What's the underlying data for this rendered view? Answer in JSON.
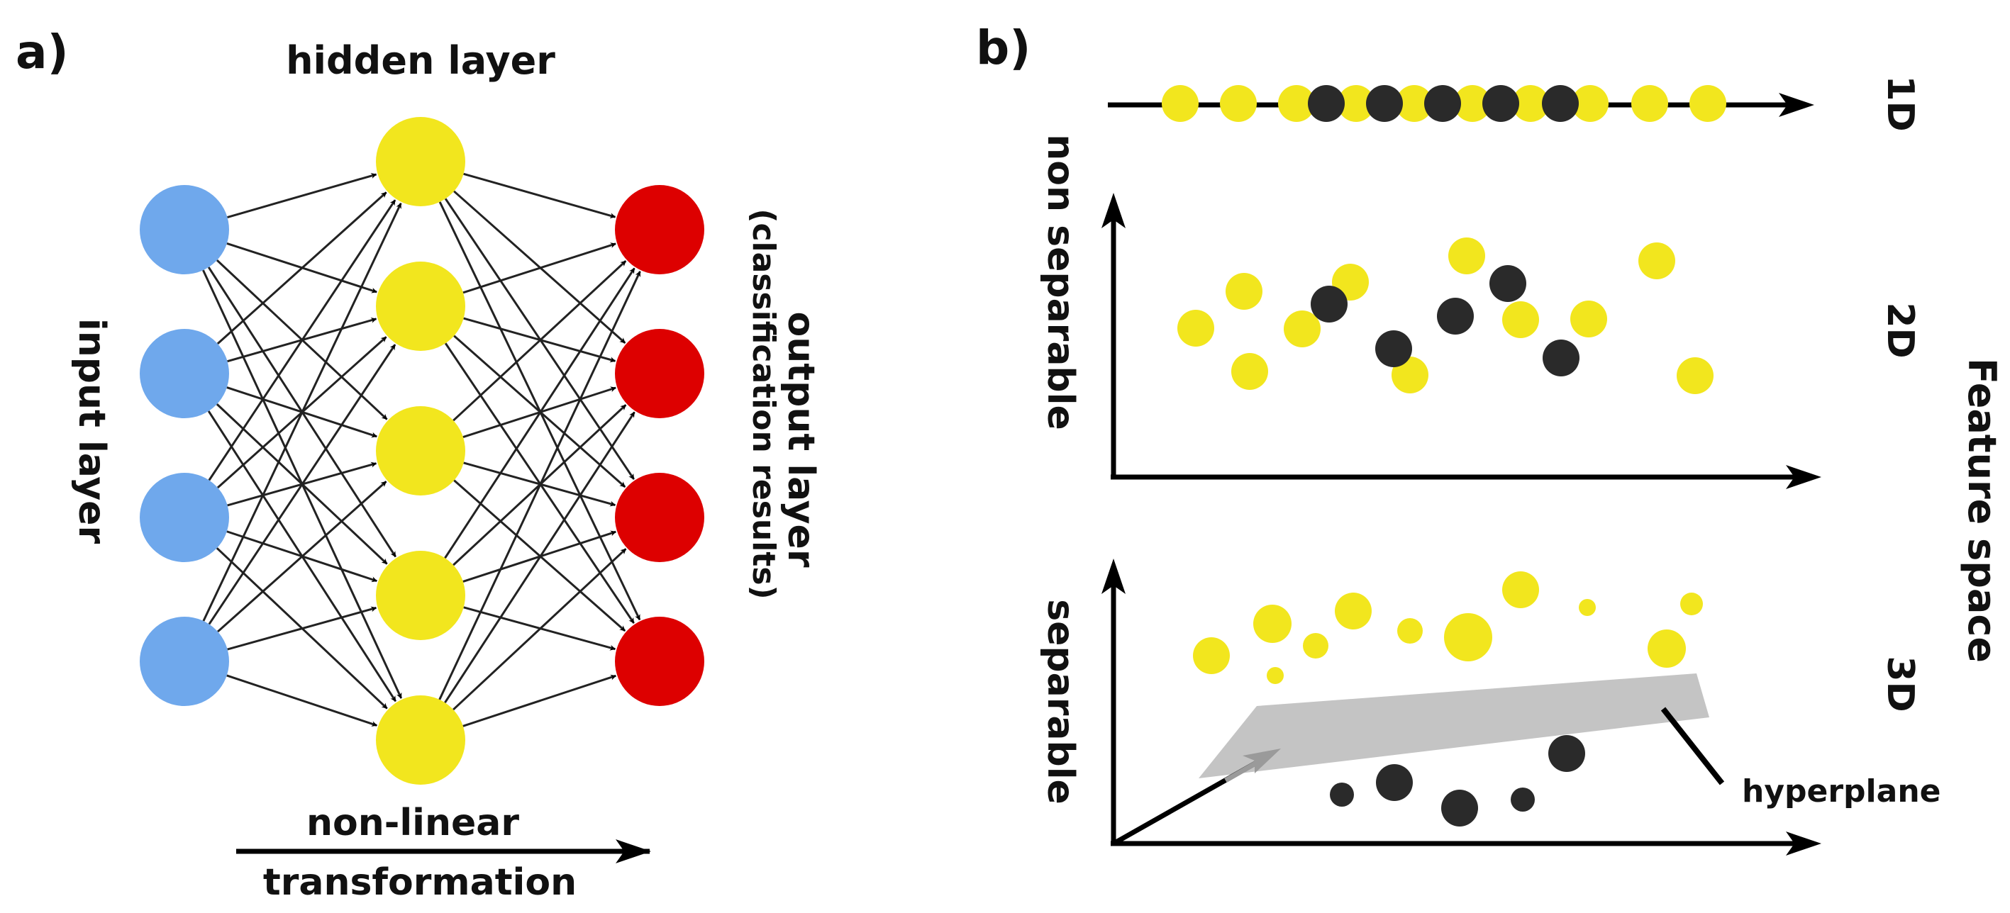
{
  "panel_a": {
    "label": "a)",
    "hidden_layer_label": "hidden layer",
    "input_layer_label": "input layer",
    "output_layer_label": "output layer",
    "output_layer_sublabel": "(classification results)",
    "transform_label_line1": "non-linear",
    "transform_label_line2": "transformation",
    "network": {
      "input_nodes": 4,
      "hidden_nodes": 5,
      "output_nodes": 4,
      "fully_connected": true
    }
  },
  "panel_b": {
    "label": "b)",
    "label_1d": "1D",
    "label_2d": "2D",
    "label_3d": "3D",
    "non_separable_label": "non separable",
    "separable_label": "separable",
    "feature_space_label": "Feature space",
    "hyperplane_label": "hyperplane",
    "sequence_1d": [
      "yellow",
      "yellow",
      "yellow",
      "dark",
      "yellow",
      "dark",
      "yellow",
      "dark",
      "yellow",
      "dark",
      "yellow",
      "dark",
      "yellow",
      "yellow",
      "yellow"
    ]
  },
  "colors": {
    "input": "#6fa8ec",
    "hidden": "#f2e61e",
    "output": "#dd0000",
    "class_a": "#f2e61e",
    "class_b": "#2a2a2a",
    "hyperplane": "#c4c4c4",
    "ink": "#000000"
  }
}
